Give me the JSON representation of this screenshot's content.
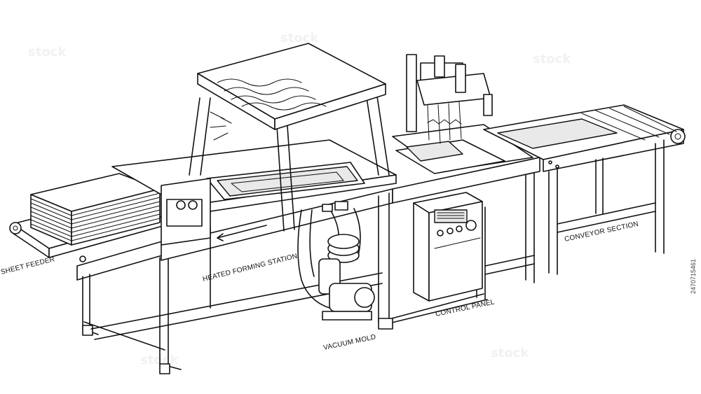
{
  "labels": {
    "sheet_feeder": "SHEET FEEDER",
    "heated_forming_station": "HEATED FORMING STATION",
    "vacuum_mold": "VACUUM MOLD",
    "control_panel": "CONTROL PANEL",
    "conveyor_section": "CONVEYOR SECTION"
  },
  "stock_id": "2470715461",
  "watermark": "stock",
  "colors": {
    "line": "#111111",
    "background": "#ffffff",
    "panel_fill": "#e9e9e9"
  }
}
